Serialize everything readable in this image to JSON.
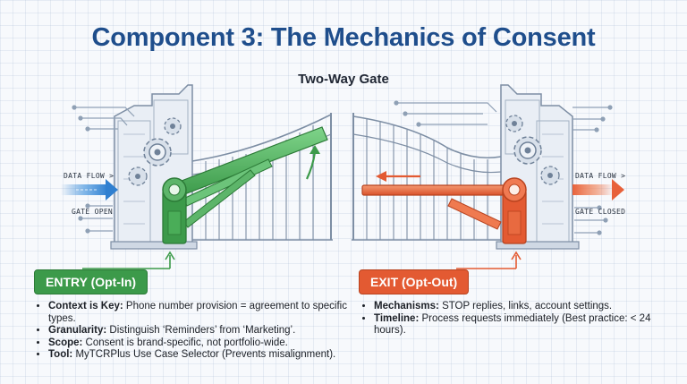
{
  "title": "Component 3: The Mechanics of Consent",
  "subtitle": "Two-Way Gate",
  "left_flow": {
    "label": "DATA FLOW >",
    "status": "GATE OPEN"
  },
  "right_flow": {
    "label": "DATA FLOW >",
    "status": "GATE CLOSED"
  },
  "entry": {
    "badge": "ENTRY (Opt-In)",
    "items": [
      {
        "term": "Context is Key:",
        "text": "Phone number provision = agreement to specific types."
      },
      {
        "term": "Granularity:",
        "text": "Distinguish ‘Reminders’ from ‘Marketing’."
      },
      {
        "term": "Scope:",
        "text": "Consent is brand-specific, not portfolio-wide."
      },
      {
        "term": "Tool:",
        "text": "MyTCRPlus Use Case Selector (Prevents misalignment)."
      }
    ]
  },
  "exit": {
    "badge": "EXIT (Opt-Out)",
    "items": [
      {
        "term": "Mechanisms:",
        "text": "STOP replies, links, account settings."
      },
      {
        "term": "Timeline:",
        "text": "Process requests immediately (Best practice: < 24 hours)."
      }
    ]
  },
  "colors": {
    "title": "#1f4e8c",
    "entry_green": "#3c9a4a",
    "exit_orange": "#e35a32",
    "flow_blue": "#2f7fd0",
    "machine_gray": "#8a9aae"
  }
}
